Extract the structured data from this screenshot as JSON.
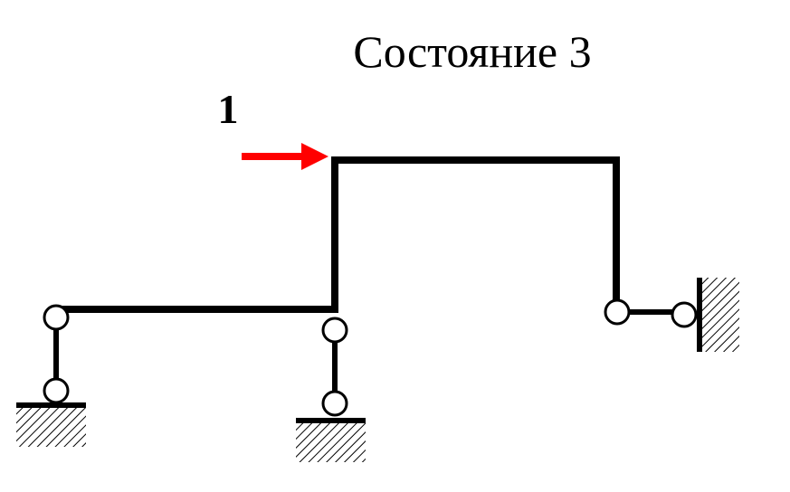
{
  "title": "Состояние 3",
  "load": {
    "label": "1",
    "direction": "right",
    "color": "#ff0000"
  },
  "supports": [
    {
      "name": "left-support",
      "type": "pinned-link",
      "ground": "horizontal"
    },
    {
      "name": "middle-support",
      "type": "pinned-link",
      "ground": "horizontal"
    },
    {
      "name": "right-support",
      "type": "pinned-link",
      "ground": "vertical-wall"
    }
  ],
  "colors": {
    "frame": "#000000",
    "load_arrow": "#ff0000",
    "background": "#ffffff"
  }
}
